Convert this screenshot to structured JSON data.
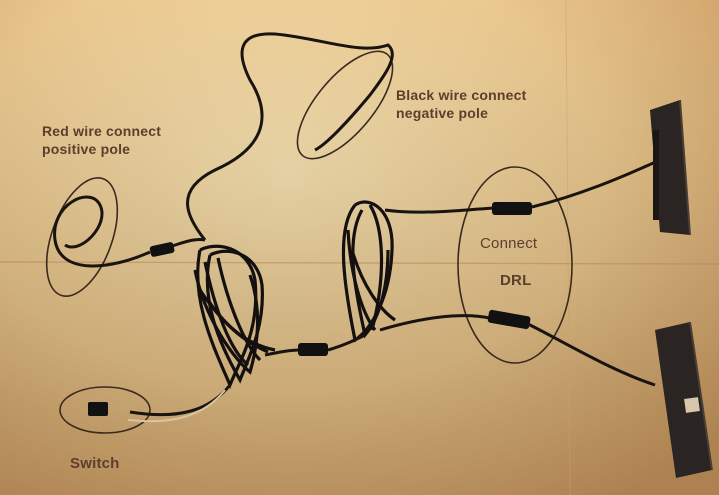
{
  "photo": {
    "labels": {
      "red_wire_line1": "Red wire connect",
      "red_wire_line2": "positive pole",
      "black_wire_line1": "Black wire connect",
      "black_wire_line2": "negative pole",
      "connect": "Connect",
      "drl": "DRL",
      "switch": "Switch"
    },
    "colors": {
      "paper_light": "#f3d9a6",
      "paper_mid": "#e7c48a",
      "paper_dark": "#c7935c",
      "wire": "#1a1410",
      "annotation_ink": "#3a2a1e",
      "label_text": "#5b3f2c",
      "light_housing": "#2a2422"
    }
  }
}
